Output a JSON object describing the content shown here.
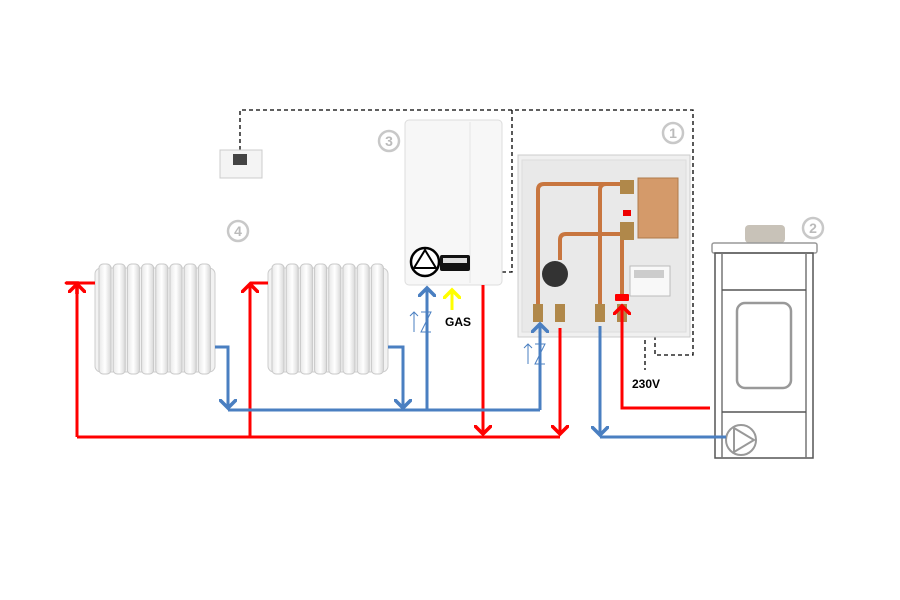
{
  "labels": {
    "gas": "GAS",
    "voltage": "230V",
    "component_1": "1",
    "component_2": "2",
    "component_3": "3",
    "component_4": "4"
  },
  "colors": {
    "hot_pipe": "#ff0000",
    "return_pipe": "#4a7fc1",
    "gas_pipe": "#ffff00",
    "electrical_line": "#000000",
    "copper": "#c8763f",
    "badge": "#c8c8c8"
  },
  "components": [
    {
      "id": "1",
      "icon": "hydraulic-module-icon"
    },
    {
      "id": "2",
      "icon": "pellet-stove-icon"
    },
    {
      "id": "3",
      "icon": "gas-boiler-icon"
    },
    {
      "id": "4",
      "icon": "radiator-icon"
    }
  ]
}
